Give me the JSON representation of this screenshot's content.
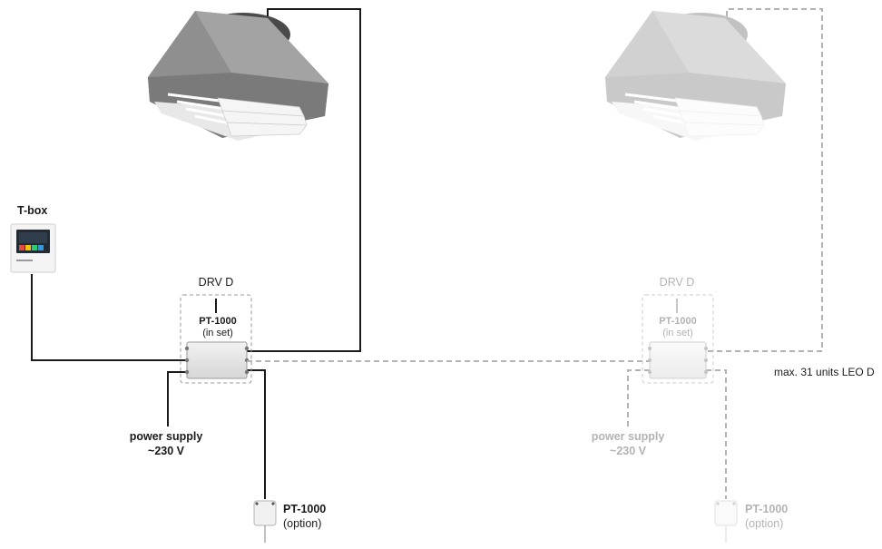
{
  "tbox": {
    "label": "T-box"
  },
  "active": {
    "drv_label": "DRV D",
    "pt_in_set_line1": "PT-1000",
    "pt_in_set_line2": "(in set)",
    "power_line1": "power supply",
    "power_line2": "~230 V",
    "pt_option_line1": "PT-1000",
    "pt_option_line2": "(option)"
  },
  "ghost": {
    "drv_label": "DRV D",
    "pt_in_set_line1": "PT-1000",
    "pt_in_set_line2": "(in set)",
    "power_line1": "power supply",
    "power_line2": "~230 V",
    "pt_option_line1": "PT-1000",
    "pt_option_line2": "(option)"
  },
  "max_units_label": "max. 31 units LEO D",
  "colors": {
    "wire_active": "#1a1a1a",
    "wire_ghost": "#b3b3b3",
    "heater_body": "#8a8a8a",
    "heater_ghost": "#d9d9d9"
  }
}
